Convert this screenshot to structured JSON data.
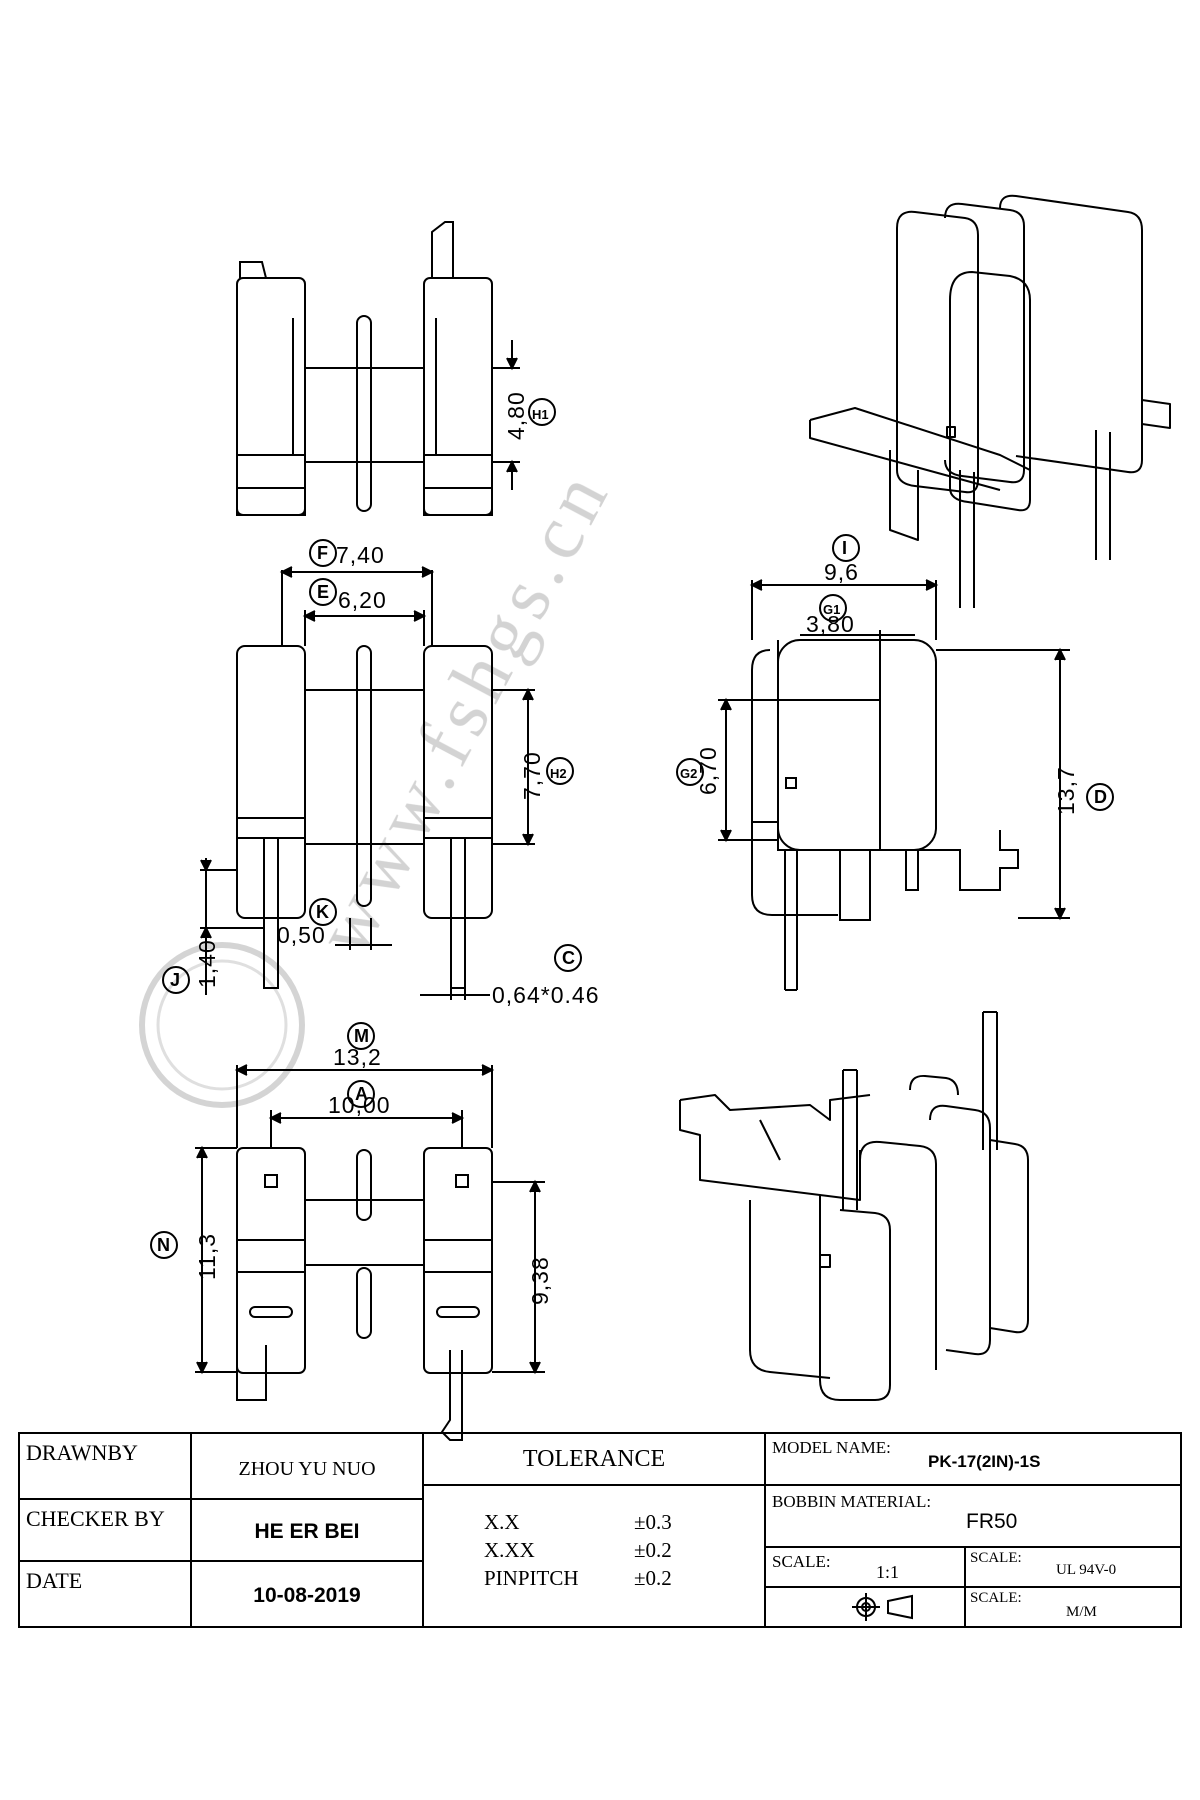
{
  "dimensions": {
    "h1": {
      "label": "H1",
      "value": "4,80"
    },
    "f": {
      "label": "F",
      "value": "7,40"
    },
    "e": {
      "label": "E",
      "value": "6,20"
    },
    "h2": {
      "label": "H2",
      "value": "7,70"
    },
    "i": {
      "label": "I",
      "value": "9,6"
    },
    "g1": {
      "label": "G1",
      "value": "3,80"
    },
    "g2": {
      "label": "G2",
      "value": "6,70"
    },
    "d": {
      "label": "D",
      "value": "13,7"
    },
    "k": {
      "label": "K",
      "value": "0,50"
    },
    "j": {
      "label": "J",
      "value": "1,40"
    },
    "c": {
      "label": "C",
      "value": "0,64*0.46"
    },
    "m": {
      "label": "M",
      "value": "13,2"
    },
    "a": {
      "label": "A",
      "value": "10,00"
    },
    "n": {
      "label": "N",
      "value": "11,3"
    },
    "p": {
      "value": "9,38"
    }
  },
  "watermark": "www.fshgs.cn",
  "title_block": {
    "drawn_by_label": "DRAWNBY",
    "drawn_by_value": "ZHOU YU NUO",
    "checker_label": "CHECKER BY",
    "checker_value": "HE ER BEI",
    "date_label": "DATE",
    "date_value": "10-08-2019",
    "tolerance_title": "TOLERANCE",
    "tolerances": [
      {
        "name": "X.X",
        "value": "±0.3"
      },
      {
        "name": "X.XX",
        "value": "±0.2"
      },
      {
        "name": "PINPITCH",
        "value": "±0.2"
      }
    ],
    "model_label": "MODEL NAME:",
    "model_value": "PK-17(2IN)-1S",
    "material_label": "BOBBIN MATERIAL:",
    "material_value": "FR50",
    "scale1_label": "SCALE:",
    "scale1_value": "1:1",
    "scale2_label": "SCALE:",
    "scale2_value": "UL 94V-0",
    "scale3_label": "SCALE:",
    "scale3_value": "M/M"
  },
  "colors": {
    "line": "#000000",
    "watermark": "#c8c8c8"
  }
}
